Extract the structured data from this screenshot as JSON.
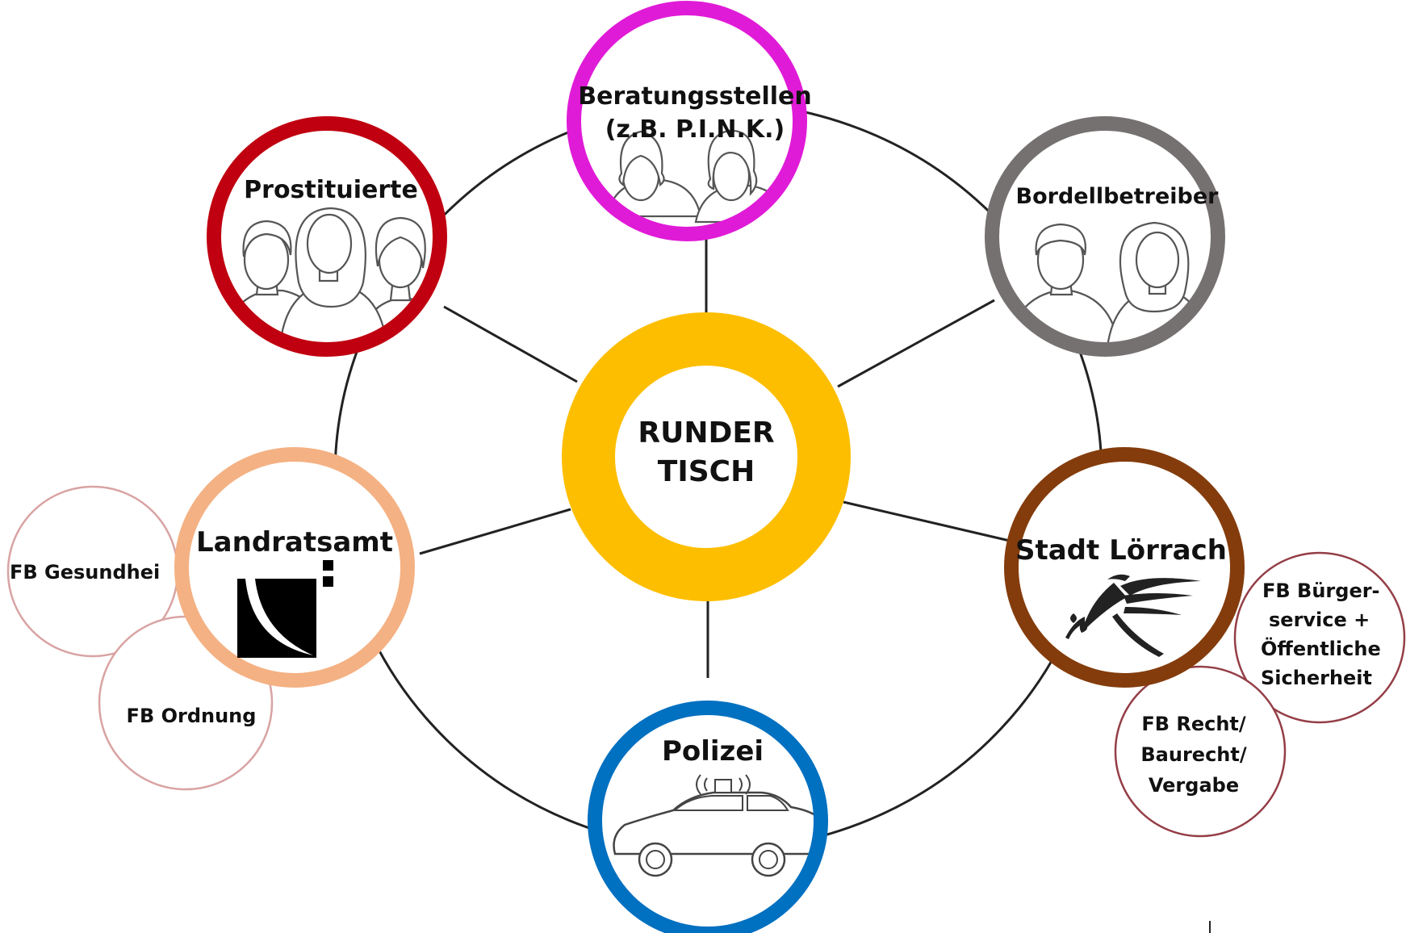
{
  "center": {
    "lines": [
      "RUNDER",
      "TISCH"
    ],
    "color": "#FDBE00"
  },
  "nodes": {
    "beratung": {
      "lines": [
        "Beratungsstellen",
        "(z.B. P.I.N.K.)"
      ],
      "color": "#E01BD7",
      "icon": "two-women-icon"
    },
    "prostituierte": {
      "label": "Prostituierte",
      "color": "#C00010",
      "icon": "three-people-icon"
    },
    "bordell": {
      "label": "Bordellbetreiber",
      "color": "#767171",
      "icon": "man-and-woman-icon"
    },
    "landratsamt": {
      "label": "Landratsamt",
      "color": "#F4B183",
      "icon": "landratsamt-logo-icon"
    },
    "stadt": {
      "label": "Stadt Lörrach",
      "color": "#843C0C",
      "icon": "bird-logo-icon"
    },
    "polizei": {
      "label": "Polizei",
      "color": "#0070C0",
      "icon": "police-car-icon"
    }
  },
  "sub_nodes": {
    "gesundheit": {
      "label": "FB Gesundhei",
      "color": "#D9A3A3"
    },
    "ordnung": {
      "label": "FB Ordnung",
      "color": "#D9A3A3"
    },
    "buergerservice": {
      "lines": [
        "FB Bürger-",
        "service +",
        "Öffentliche",
        "Sicherheit"
      ],
      "color": "#943E46"
    },
    "recht": {
      "lines": [
        "FB Recht/",
        "Baurecht/",
        "Vergabe"
      ],
      "color": "#943E46"
    }
  }
}
